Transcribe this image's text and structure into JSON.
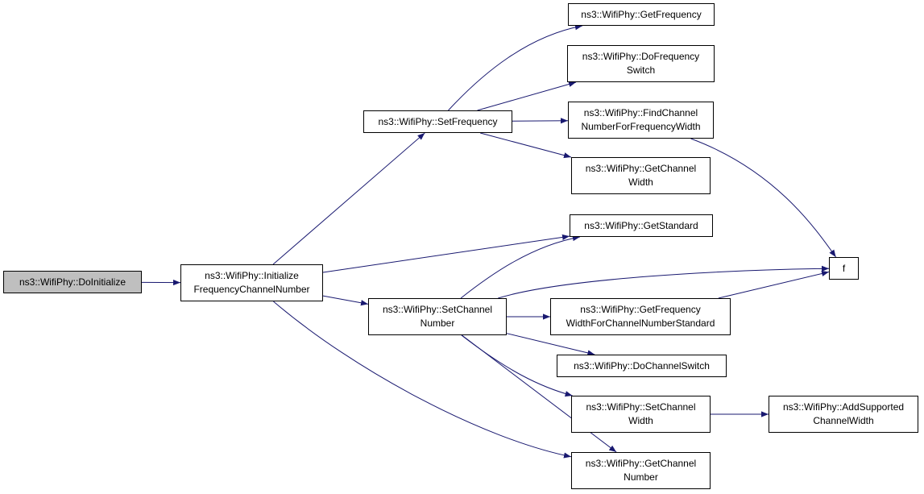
{
  "graph": {
    "edge_color": "#191970",
    "root_fill": "#bfbfbf",
    "nodes": [
      {
        "id": "doinit",
        "lines": [
          "ns3::WifiPhy::DoInitialize"
        ],
        "root": true
      },
      {
        "id": "initfcn",
        "lines": [
          "ns3::WifiPhy::Initialize",
          "FrequencyChannelNumber"
        ]
      },
      {
        "id": "setfreq",
        "lines": [
          "ns3::WifiPhy::SetFrequency"
        ]
      },
      {
        "id": "setchnum",
        "lines": [
          "ns3::WifiPhy::SetChannel",
          "Number"
        ]
      },
      {
        "id": "getfreq",
        "lines": [
          "ns3::WifiPhy::GetFrequency"
        ]
      },
      {
        "id": "dofreqsw",
        "lines": [
          "ns3::WifiPhy::DoFrequency",
          "Switch"
        ]
      },
      {
        "id": "findch",
        "lines": [
          "ns3::WifiPhy::FindChannel",
          "NumberForFrequencyWidth"
        ]
      },
      {
        "id": "getchw",
        "lines": [
          "ns3::WifiPhy::GetChannel",
          "Width"
        ]
      },
      {
        "id": "getstd",
        "lines": [
          "ns3::WifiPhy::GetStandard"
        ]
      },
      {
        "id": "getfwcns",
        "lines": [
          "ns3::WifiPhy::GetFrequency",
          "WidthForChannelNumberStandard"
        ]
      },
      {
        "id": "dochsw",
        "lines": [
          "ns3::WifiPhy::DoChannelSwitch"
        ]
      },
      {
        "id": "setchw",
        "lines": [
          "ns3::WifiPhy::SetChannel",
          "Width"
        ]
      },
      {
        "id": "getchnum",
        "lines": [
          "ns3::WifiPhy::GetChannel",
          "Number"
        ]
      },
      {
        "id": "f",
        "lines": [
          "f"
        ]
      },
      {
        "id": "addscw",
        "lines": [
          "ns3::WifiPhy::AddSupported",
          "ChannelWidth"
        ]
      }
    ],
    "edges": [
      [
        "doinit",
        "initfcn"
      ],
      [
        "initfcn",
        "setfreq"
      ],
      [
        "initfcn",
        "getstd"
      ],
      [
        "initfcn",
        "setchnum"
      ],
      [
        "initfcn",
        "getchnum"
      ],
      [
        "setfreq",
        "getfreq"
      ],
      [
        "setfreq",
        "dofreqsw"
      ],
      [
        "setfreq",
        "findch"
      ],
      [
        "setfreq",
        "getchw"
      ],
      [
        "findch",
        "f"
      ],
      [
        "setchnum",
        "getstd"
      ],
      [
        "setchnum",
        "f"
      ],
      [
        "setchnum",
        "getfwcns"
      ],
      [
        "setchnum",
        "dochsw"
      ],
      [
        "setchnum",
        "setchw"
      ],
      [
        "setchnum",
        "getchnum"
      ],
      [
        "getfwcns",
        "f"
      ],
      [
        "setchw",
        "addscw"
      ]
    ]
  }
}
